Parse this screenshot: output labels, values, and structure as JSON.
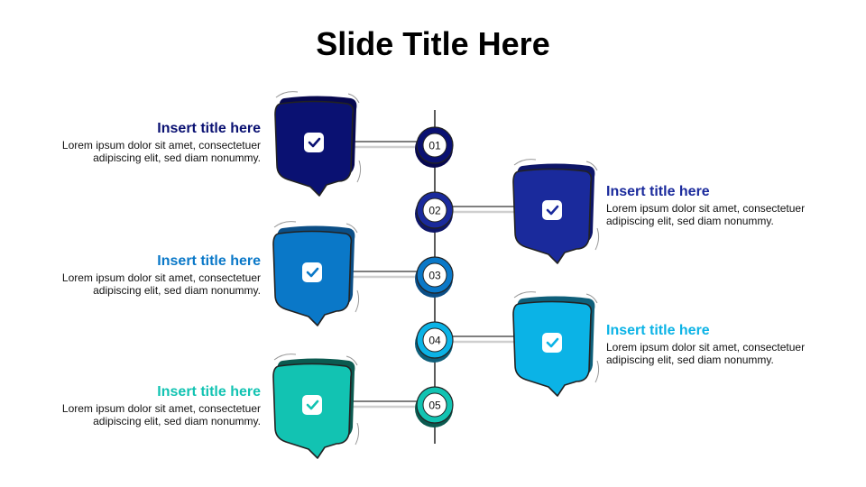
{
  "title": "Slide Title Here",
  "icon": "check-icon",
  "items": [
    {
      "num": "01",
      "title": "Insert title here",
      "desc": "Lorem ipsum dolor sit amet, consectetuer adipiscing elit, sed diam nonummy.",
      "color": "#0A1172",
      "dark": "#07084F",
      "side": "left"
    },
    {
      "num": "02",
      "title": "Insert title here",
      "desc": "Lorem ipsum dolor sit amet, consectetuer adipiscing elit, sed diam nonummy.",
      "color": "#1A2A9C",
      "dark": "#0E1668",
      "side": "right"
    },
    {
      "num": "03",
      "title": "Insert title here",
      "desc": "Lorem ipsum dolor sit amet, consectetuer adipiscing elit, sed diam nonummy.",
      "color": "#0A78C8",
      "dark": "#0B4E86",
      "side": "left"
    },
    {
      "num": "04",
      "title": "Insert title here",
      "desc": "Lorem ipsum dolor sit amet, consectetuer adipiscing elit, sed diam nonummy.",
      "color": "#0BB3E6",
      "dark": "#0E5F7A",
      "side": "right"
    },
    {
      "num": "05",
      "title": "Insert title here",
      "desc": "Lorem ipsum dolor sit amet, consectetuer adipiscing elit, sed diam nonummy.",
      "color": "#12C3B2",
      "dark": "#0B5A50",
      "side": "left"
    }
  ]
}
